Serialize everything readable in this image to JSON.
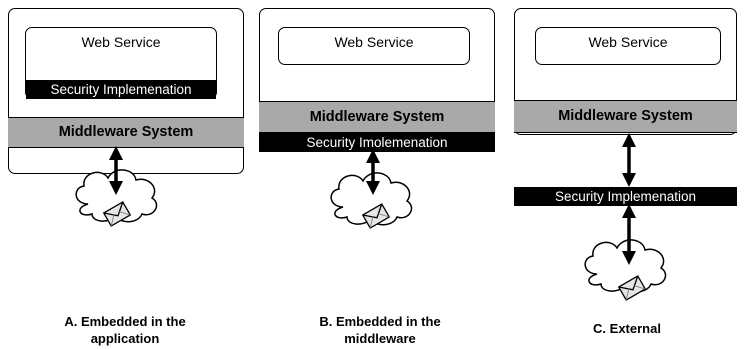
{
  "panels": [
    {
      "web_service": "Web Service",
      "security": "Security Implemenation",
      "middleware": "Middleware System",
      "caption_line1": "A. Embedded in the",
      "caption_line2": "application"
    },
    {
      "web_service": "Web Service",
      "security": "Security Imolemenation",
      "middleware": "Middleware System",
      "caption_line1": "B. Embedded in the",
      "caption_line2": "middleware"
    },
    {
      "web_service": "Web Service",
      "security": "Security Implemenation",
      "middleware": "Middleware System",
      "caption_line1": "C. External",
      "caption_line2": ""
    }
  ],
  "icons": {
    "cloud": "cloud-icon",
    "envelope": "envelope-icon",
    "arrow": "double-arrow"
  },
  "colors": {
    "middleware_fill": "#a9a9a9",
    "security_fill": "#000000",
    "envelope_fill": "#e6e6e6"
  }
}
